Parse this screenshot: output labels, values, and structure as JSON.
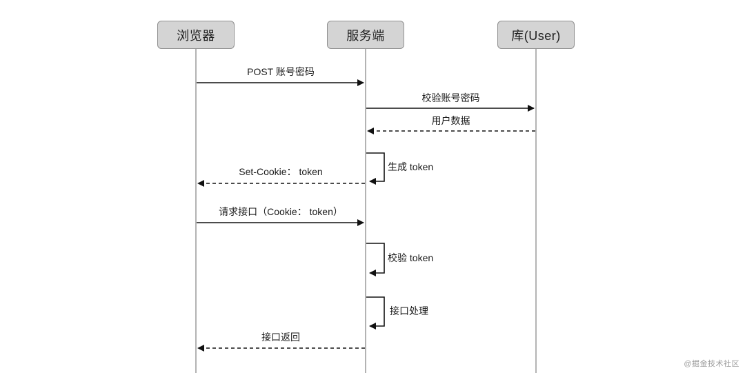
{
  "diagram": {
    "type": "sequence-diagram",
    "participants": [
      {
        "name": "浏览器"
      },
      {
        "name": "服务端"
      },
      {
        "name": "库(User)"
      }
    ],
    "messages": [
      {
        "label": "POST 账号密码",
        "from": "浏览器",
        "to": "服务端",
        "line": "solid"
      },
      {
        "label": "校验账号密码",
        "from": "服务端",
        "to": "库(User)",
        "line": "solid"
      },
      {
        "label": "用户数据",
        "from": "库(User)",
        "to": "服务端",
        "line": "dashed"
      },
      {
        "label": "生成 token",
        "from": "服务端",
        "to": "服务端",
        "line": "self"
      },
      {
        "label": "Set-Cookie： token",
        "from": "服务端",
        "to": "浏览器",
        "line": "dashed"
      },
      {
        "label": "请求接口（Cookie： token）",
        "from": "浏览器",
        "to": "服务端",
        "line": "solid"
      },
      {
        "label": "校验 token",
        "from": "服务端",
        "to": "服务端",
        "line": "self"
      },
      {
        "label": "接口处理",
        "from": "服务端",
        "to": "服务端",
        "line": "self"
      },
      {
        "label": "接口返回",
        "from": "服务端",
        "to": "浏览器",
        "line": "dashed"
      }
    ],
    "colors": {
      "participant_fill": "#d4d4d4",
      "participant_border": "#8f8f8f",
      "arrow": "#111111",
      "lifeline": "#8a8a8a"
    }
  },
  "watermark": "@掘金技术社区"
}
